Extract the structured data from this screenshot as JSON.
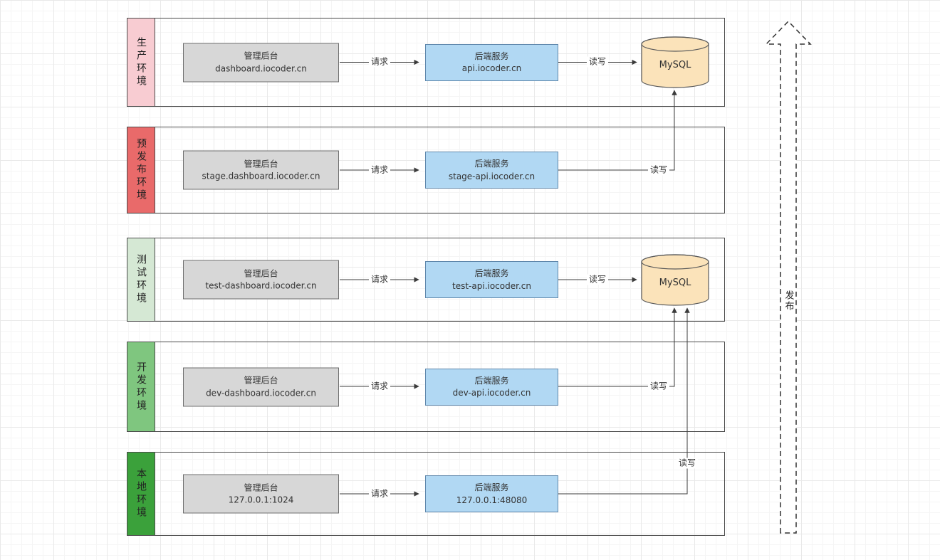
{
  "diagram": {
    "mysql_label": "MySQL",
    "release_label": "发布",
    "colors": {
      "admin_box_fill": "#d7d7d7",
      "backend_box_fill": "#b1d8f3",
      "mysql_fill": "#fbe3ba",
      "mysql_border": "#5a5a5a",
      "arrow_color": "#3b3b3b",
      "band_border": "#4a4a4a"
    },
    "environments": [
      {
        "name": "production",
        "label": "生产环境",
        "tab_color": "#f8ccd2",
        "admin_title": "管理后台",
        "admin_url": "dashboard.iocoder.cn",
        "backend_title": "后端服务",
        "backend_url": "api.iocoder.cn",
        "request_label": "请求",
        "readwrite_label": "读写"
      },
      {
        "name": "staging",
        "label": "预发布环境",
        "tab_color": "#e96a6a",
        "admin_title": "管理后台",
        "admin_url": "stage.dashboard.iocoder.cn",
        "backend_title": "后端服务",
        "backend_url": "stage-api.iocoder.cn",
        "request_label": "请求",
        "readwrite_label": "读写"
      },
      {
        "name": "test",
        "label": "测试环境",
        "tab_color": "#d5e8d4",
        "admin_title": "管理后台",
        "admin_url": "test-dashboard.iocoder.cn",
        "backend_title": "后端服务",
        "backend_url": "test-api.iocoder.cn",
        "request_label": "请求",
        "readwrite_label": "读写"
      },
      {
        "name": "development",
        "label": "开发环境",
        "tab_color": "#7fc67f",
        "admin_title": "管理后台",
        "admin_url": "dev-dashboard.iocoder.cn",
        "backend_title": "后端服务",
        "backend_url": "dev-api.iocoder.cn",
        "request_label": "请求",
        "readwrite_label": "读写"
      },
      {
        "name": "local",
        "label": "本地环境",
        "tab_color": "#3ba13b",
        "admin_title": "管理后台",
        "admin_url": "127.0.0.1:1024",
        "backend_title": "后端服务",
        "backend_url": "127.0.0.1:48080",
        "request_label": "请求",
        "readwrite_label": "读写"
      }
    ]
  }
}
